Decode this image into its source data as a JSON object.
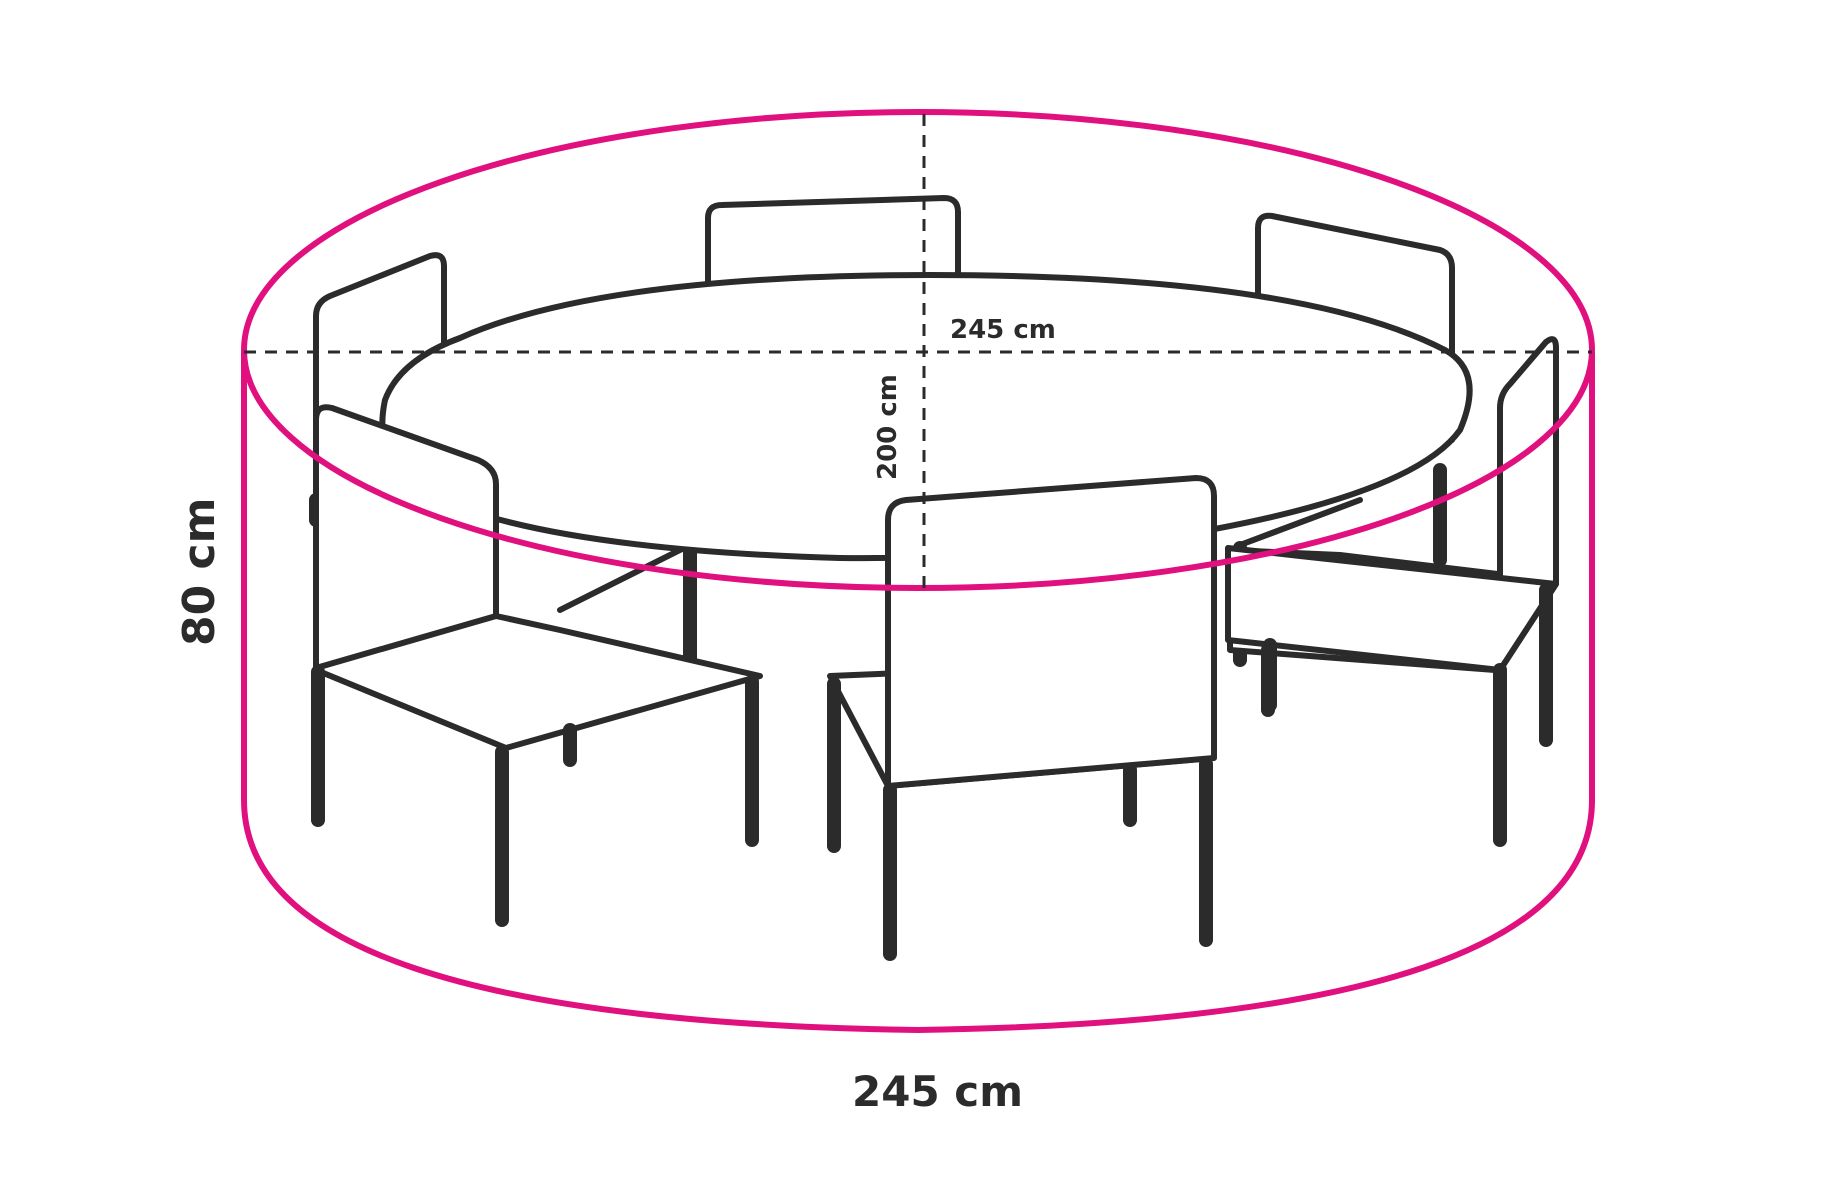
{
  "colors": {
    "cover_outline": "#e0117f",
    "furniture_outline": "#2b2b2b",
    "background": "#ffffff"
  },
  "dimensions": {
    "height": "80 cm",
    "width_bottom": "245 cm",
    "width_top": "245 cm",
    "depth": "200 cm"
  }
}
